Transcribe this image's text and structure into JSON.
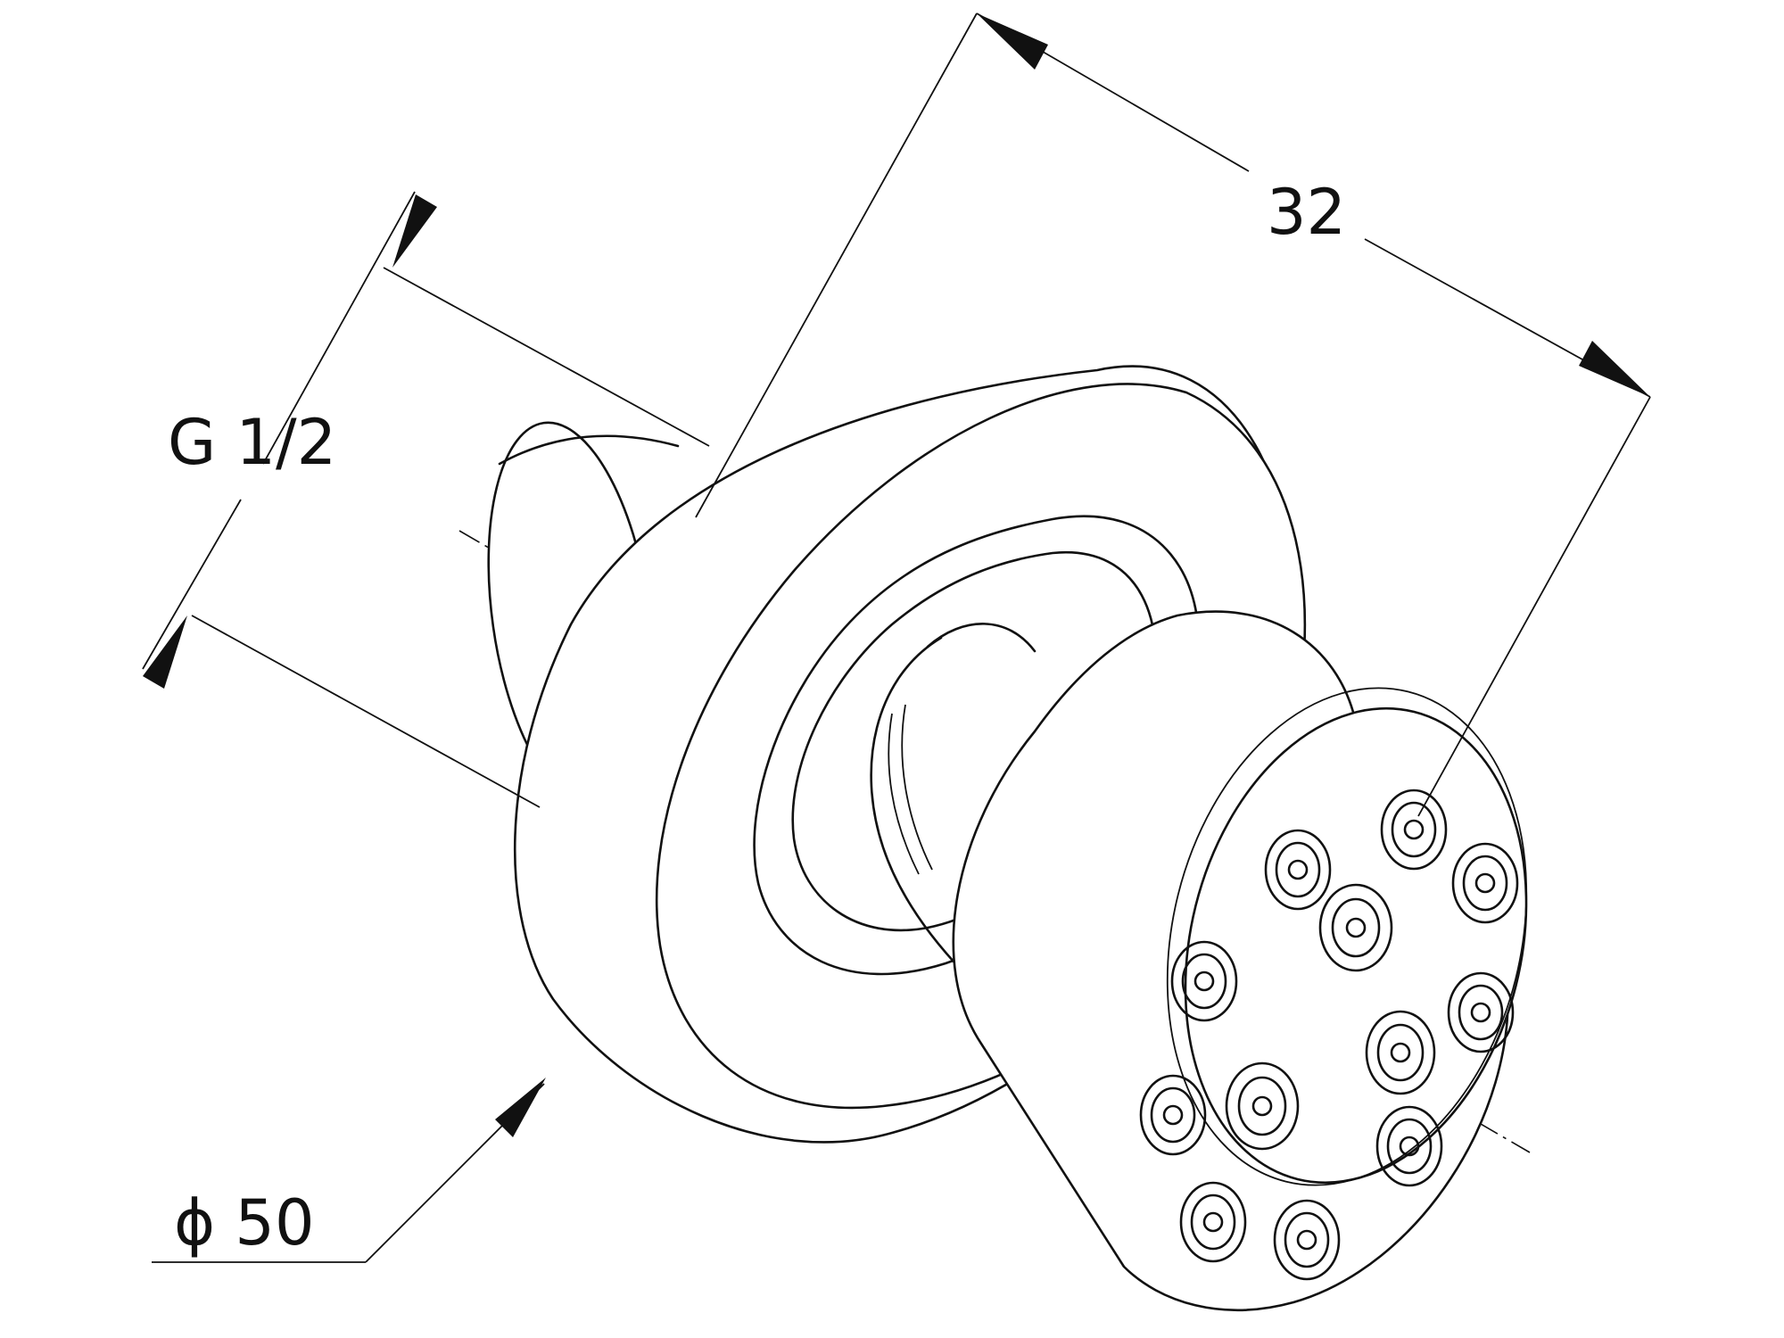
{
  "dimensions": {
    "length": "32",
    "thread": "G 1/2",
    "diameter": "ϕ 50"
  },
  "colors": {
    "line": "#111111",
    "background": "#ffffff"
  }
}
